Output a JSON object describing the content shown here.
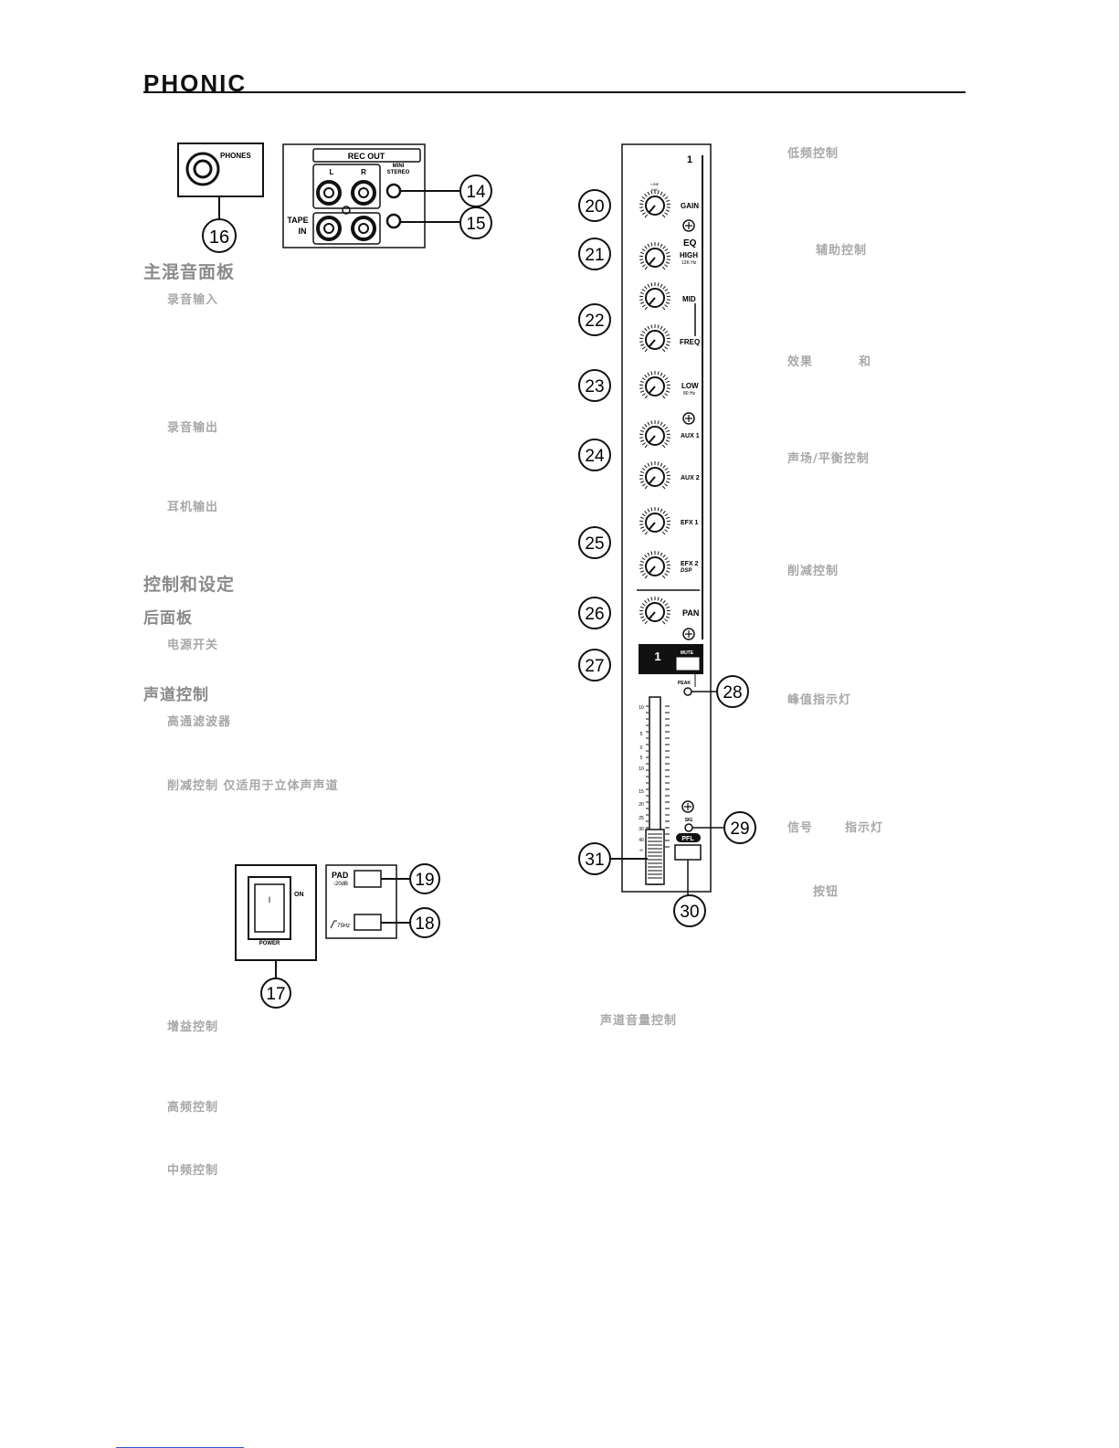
{
  "header": {
    "logo": "PHONIC"
  },
  "headings": {
    "main_mix_panel": "主混音面板",
    "controls_settings": "控制和设定",
    "rear_panel": "后面板",
    "channel_controls": "声道控制"
  },
  "left_items": {
    "tape_in": "录音输入",
    "rec_out": "录音输出",
    "phones_out": "耳机输出",
    "power_switch": "电源开关",
    "hpf": "高通滤波器",
    "pad": "削减控制 仅适用于立体声声道",
    "gain": "增益控制",
    "high": "高频控制",
    "mid": "中频控制",
    "channel_fader": "声道音量控制"
  },
  "right_items": {
    "low": "低频控制",
    "aux": "辅助控制",
    "efx_a": "效果",
    "efx_b": "和",
    "pan": "声场/平衡控制",
    "mute": "削减控制",
    "peak": "峰值指示灯",
    "sig_a": "信号",
    "sig_b": "指示灯",
    "pfl": "按钮"
  },
  "figure_jacks": {
    "phones": "PHONES",
    "rec_out": "REC OUT",
    "l": "L",
    "r": "R",
    "mini": "MINI",
    "stereo": "STEREO",
    "tape": "TAPE",
    "in": "IN",
    "callouts": [
      "14",
      "15",
      "16"
    ]
  },
  "figure_power": {
    "on": "ON",
    "power": "POWER",
    "switch_mark": "I",
    "pad": "PAD",
    "pad_db": "-20dB",
    "hpf": "75Hz",
    "callouts": [
      "17",
      "18",
      "19"
    ]
  },
  "figure_strip": {
    "channel_no": "1",
    "line": "LINE",
    "mic": "MIC",
    "gain": "GAIN",
    "eq": "EQ",
    "high": "HIGH",
    "high_freq": "12K Hz",
    "mid": "MID",
    "freq": "FREQ",
    "low": "LOW",
    "low_freq": "80 Hz",
    "aux1": "AUX 1",
    "aux2": "AUX 2",
    "efx1": "EFX 1",
    "efx2": "EFX 2",
    "dsp": "DSP",
    "pan": "PAN",
    "mute": "MUTE",
    "peak": "PEAK",
    "sig": "SIG",
    "pfl": "PFL",
    "scale": [
      "10",
      "5",
      "0",
      "5",
      "10",
      "15",
      "20",
      "25",
      "30",
      "40",
      "∞"
    ],
    "callouts": [
      "20",
      "21",
      "22",
      "23",
      "24",
      "25",
      "26",
      "27",
      "28",
      "29",
      "30",
      "31"
    ]
  }
}
